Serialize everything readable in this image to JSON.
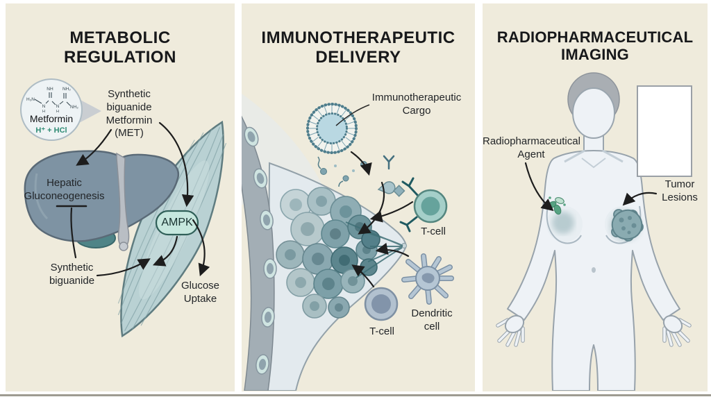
{
  "figure": {
    "panel1": {
      "title": "METABOLIC\nREGULATION",
      "molecule": {
        "name": "Metformin",
        "formula": "H⁺ + HCl",
        "atoms": {
          "h3n": "H₃N",
          "nh_top": "NH",
          "nh2_top": "NH₂",
          "n_left": "N",
          "h_left": "H",
          "n_right": "N",
          "h_right": "H",
          "nh2_right": "NH₂"
        }
      },
      "labels": {
        "met": "Synthetic\nbiguanide\nMetformin\n(MET)",
        "hepatic": "Hepatic\nGluconeogenesis",
        "biguanide": "Synthetic\nbiguanide",
        "ampk": "AMPK",
        "glucose": "Glucose\nUptake"
      }
    },
    "panel2": {
      "title": "IMMUNOTHERAPEUTIC\nDELIVERY",
      "labels": {
        "cargo": "Immunotherapeutic\nCargo",
        "tcell_top": "T-cell",
        "dendritic": "Dendritic\ncell",
        "tcell_bottom": "T-cell"
      }
    },
    "panel3": {
      "title": "RADIOPHARMACEUTICAL\nIMAGING",
      "labels": {
        "agent": "Radiopharmaceutical\nAgent",
        "tumor": "Tumor\nLesions"
      }
    },
    "colors": {
      "panel_bg": "#efebdc",
      "liver": "#7e93a3",
      "muscle": "#b9d1d3",
      "ampk_fill": "#c6e7de",
      "ampk_border": "#2f5f58",
      "formula_teal": "#2e8b74",
      "tcell_teal": "#a5cfc9",
      "dendritic_blue": "#b5c6d4",
      "body_fill": "#eef2f6",
      "arrow": "#1d1d1d"
    }
  }
}
